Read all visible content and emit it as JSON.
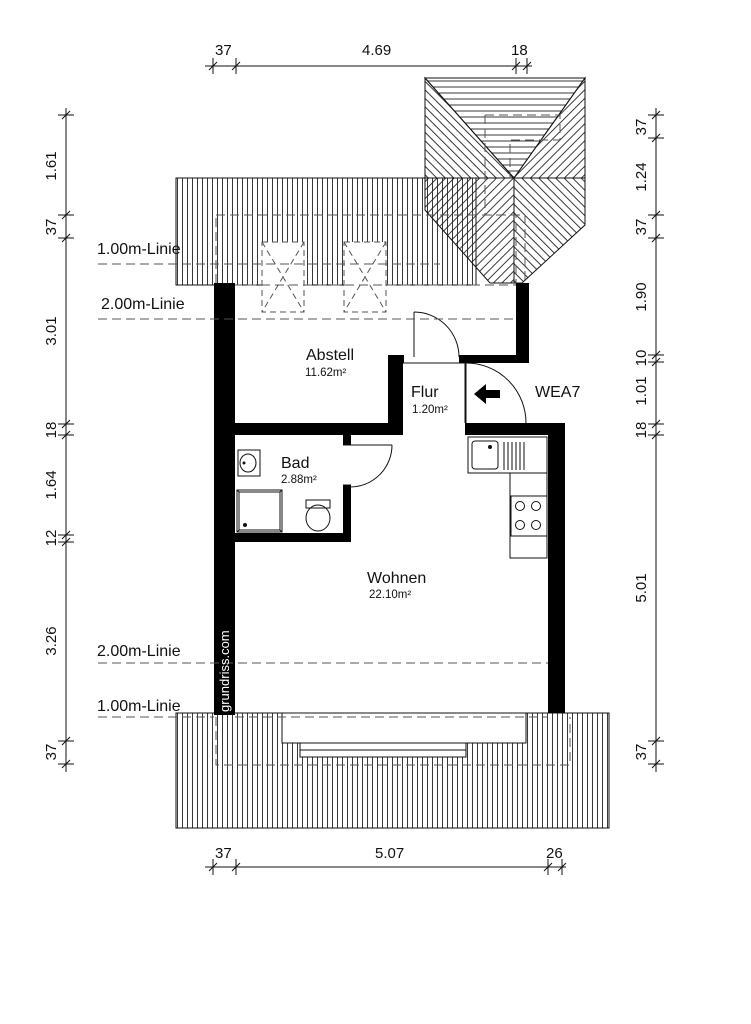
{
  "dimensions": {
    "top": [
      "37",
      "4.69",
      "18"
    ],
    "bottom": [
      "37",
      "5.07",
      "26"
    ],
    "left": [
      "1.61",
      "37",
      "3.01",
      "18",
      "1.64",
      "12",
      "3.26",
      "37"
    ],
    "right": [
      "37",
      "1.24",
      "37",
      "1.90",
      "10",
      "1.01",
      "18",
      "5.01",
      "37"
    ]
  },
  "lines": {
    "l1_top": "1.00m-Linie",
    "l2_top": "2.00m-Linie",
    "l2_bottom": "2.00m-Linie",
    "l1_bottom": "1.00m-Linie"
  },
  "rooms": {
    "abstell": {
      "name": "Abstell",
      "area": "11.62m²"
    },
    "flur": {
      "name": "Flur",
      "area": "1.20m²"
    },
    "bad": {
      "name": "Bad",
      "area": "2.88m²"
    },
    "wohnen": {
      "name": "Wohnen",
      "area": "22.10m²"
    }
  },
  "unit_label": "WEA7",
  "watermark": "grundriss.com"
}
